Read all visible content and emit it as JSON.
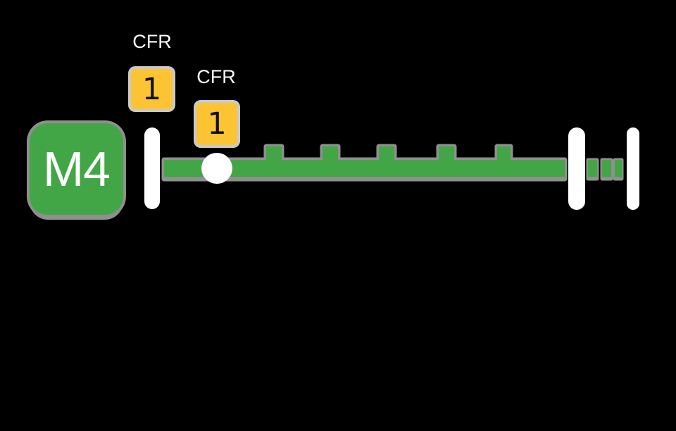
{
  "line_badge": {
    "label": "M4"
  },
  "connections": [
    {
      "label": "CFR",
      "badge": "1",
      "position": "above-left-terminal-bar"
    },
    {
      "label": "CFR",
      "badge": "1",
      "position": "above-interchange-circle"
    }
  ],
  "route": {
    "type": "transit-line-diagram",
    "left_terminal_bars": 1,
    "interchange_circles": 1,
    "intermediate_station_ticks": 5,
    "dashed_segment_dashes": 3,
    "right_station_bars": 2
  },
  "colors": {
    "background": "#000000",
    "line-green": "#42a646",
    "cfr-yellow": "#fcc433",
    "marker-white": "#ffffff",
    "outline-gray": "#8f8f8f",
    "box-ring-gray": "#c9c9c9",
    "digit-black": "#111111",
    "label-white": "#ffffff"
  }
}
